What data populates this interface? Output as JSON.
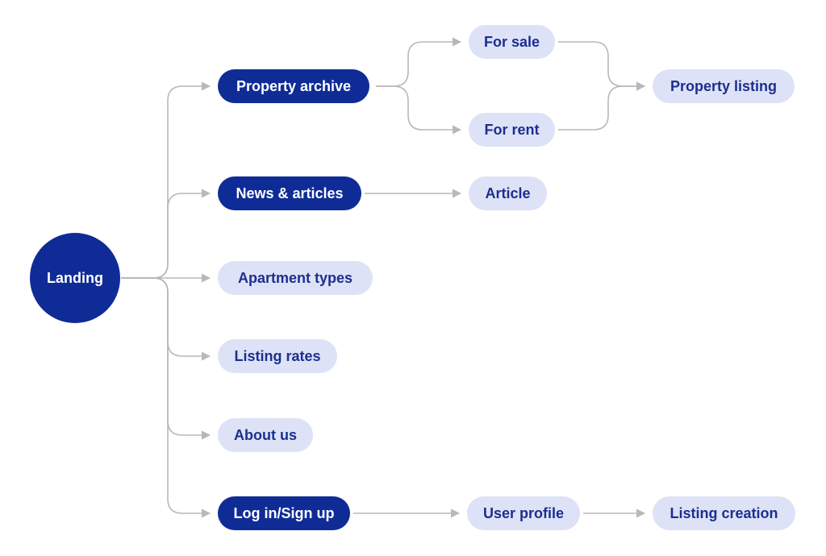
{
  "colors": {
    "primary": "#0f2c96",
    "secondary_bg": "#dde2f6",
    "secondary_text": "#1c2f8f",
    "connector": "#b8b8b8"
  },
  "nodes": {
    "landing": {
      "label": "Landing",
      "style": "dark"
    },
    "property_archive": {
      "label": "Property archive",
      "style": "dark"
    },
    "news_articles": {
      "label": "News & articles",
      "style": "dark"
    },
    "apartment_types": {
      "label": "Apartment types",
      "style": "light"
    },
    "listing_rates": {
      "label": "Listing rates",
      "style": "light"
    },
    "about_us": {
      "label": "About us",
      "style": "light"
    },
    "login_signup": {
      "label": "Log in/Sign up",
      "style": "dark"
    },
    "for_sale": {
      "label": "For sale",
      "style": "light"
    },
    "for_rent": {
      "label": "For rent",
      "style": "light"
    },
    "property_listing": {
      "label": "Property listing",
      "style": "light"
    },
    "article": {
      "label": "Article",
      "style": "light"
    },
    "user_profile": {
      "label": "User profile",
      "style": "light"
    },
    "listing_creation": {
      "label": "Listing creation",
      "style": "light"
    }
  },
  "edges": [
    [
      "landing",
      "property_archive"
    ],
    [
      "landing",
      "news_articles"
    ],
    [
      "landing",
      "apartment_types"
    ],
    [
      "landing",
      "listing_rates"
    ],
    [
      "landing",
      "about_us"
    ],
    [
      "landing",
      "login_signup"
    ],
    [
      "property_archive",
      "for_sale"
    ],
    [
      "property_archive",
      "for_rent"
    ],
    [
      "for_sale",
      "property_listing"
    ],
    [
      "for_rent",
      "property_listing"
    ],
    [
      "news_articles",
      "article"
    ],
    [
      "login_signup",
      "user_profile"
    ],
    [
      "user_profile",
      "listing_creation"
    ]
  ]
}
